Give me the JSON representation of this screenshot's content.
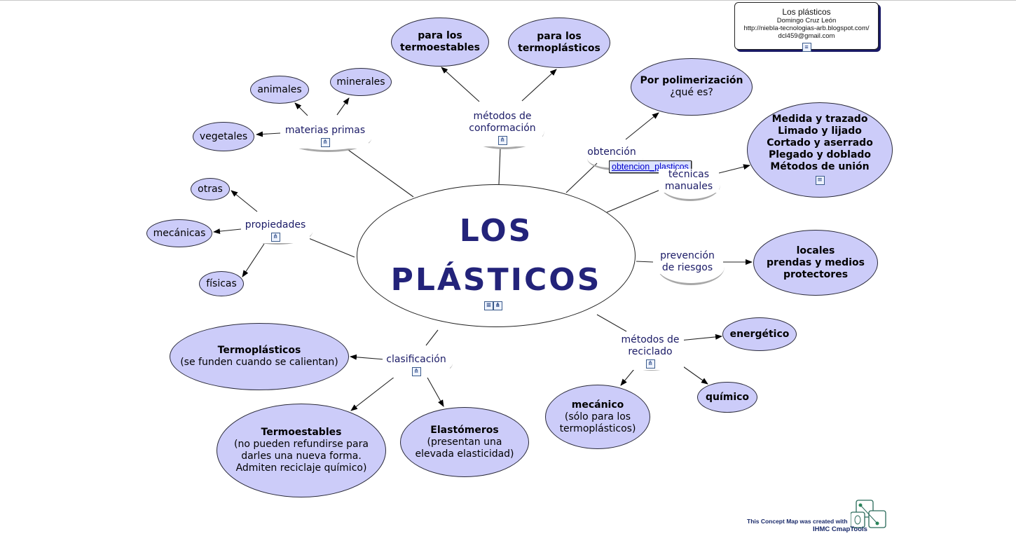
{
  "author_box": {
    "title": "Los plásticos",
    "author": "Domingo Cruz León",
    "url": "http://niebla-tecnologias-arb.blogspot.com/",
    "email": "dcl459@gmail.com"
  },
  "main_concept": {
    "line1": "LOS",
    "line2": "PLÁSTICOS"
  },
  "links": {
    "materias_primas": "materias primas",
    "metodos_conformacion": "métodos de conformación",
    "obtencion": "obtención",
    "tecnicas_manuales": "técnicas manuales",
    "prevencion_riesgos": "prevención de riesgos",
    "metodos_reciclado": "métodos de reciclado",
    "clasificacion": "clasificación",
    "propiedades": "propiedades"
  },
  "tooltip": "obtencion_plasticos",
  "concepts": {
    "animales": "animales",
    "minerales": "minerales",
    "vegetales": "vegetales",
    "termoestables_title": "para los termoestables",
    "termoplasticos_title": "para los termoplásticos",
    "polimerizacion_title": "Por polimerización",
    "polimerizacion_sub": "¿qué es?",
    "tecnicas_lines": [
      "Medida y trazado",
      "Limado y lijado",
      "Cortado y aserrado",
      "Plegado y doblado",
      "Métodos de unión"
    ],
    "prevencion_lines": [
      "locales",
      "prendas y medios",
      "protectores"
    ],
    "energetico": "energético",
    "quimico": "químico",
    "mecanico_title": "mecánico",
    "mecanico_sub": [
      "(sólo para los",
      "termoplásticos)"
    ],
    "termoplasticos_c_title": "Termoplásticos",
    "termoplasticos_c_sub": "(se funden cuando se calientan)",
    "termoestables_c_title": "Termoestables",
    "termoestables_c_sub": [
      "(no pueden refundirse para",
      "darles una nueva forma.",
      "Admiten reciclaje químico)"
    ],
    "elastomeros_title": "Elastómeros",
    "elastomeros_sub": [
      "(presentan una",
      "elevada elasticidad)"
    ],
    "otras": "otras",
    "mecanicas": "mecánicas",
    "fisicas": "físicas"
  },
  "credit": {
    "line1": "This Concept Map was created with",
    "line2": "IHMC CmapTools"
  },
  "colors": {
    "concept_fill": "#ccccf9",
    "main_text": "#23237a",
    "link_text": "#1a1a66"
  }
}
